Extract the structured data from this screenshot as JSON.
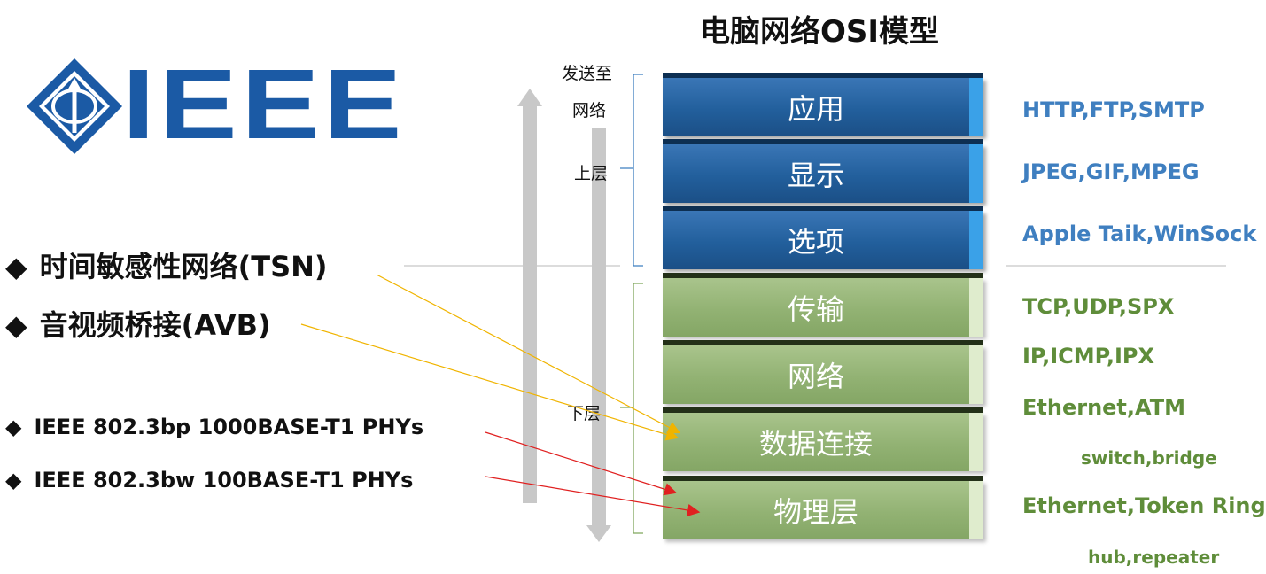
{
  "title": "电脑网络OSI模型",
  "logo": {
    "text": "IEEE"
  },
  "bullets": [
    {
      "marker": "◆",
      "text": "时间敏感性网络(TSN)"
    },
    {
      "marker": "◆",
      "text": "音视频桥接(AVB)"
    },
    {
      "marker": "◆",
      "text": "IEEE 802.3bp 1000BASE-T1 PHYs"
    },
    {
      "marker": "◆",
      "text": "IEEE 802.3bw 100BASE-T1 PHYs"
    }
  ],
  "side_labels": {
    "send_line1": "发送至",
    "send_line2": "网络",
    "upper": "上层",
    "lower": "下层"
  },
  "layers": [
    {
      "name": "应用",
      "group": "upper",
      "protocol": "HTTP,FTP,SMTP"
    },
    {
      "name": "显示",
      "group": "upper",
      "protocol": "JPEG,GIF,MPEG"
    },
    {
      "name": "选项",
      "group": "upper",
      "protocol": "Apple Taik,WinSock"
    },
    {
      "name": "传输",
      "group": "lower",
      "protocol": "TCP,UDP,SPX"
    },
    {
      "name": "网络",
      "group": "lower",
      "protocol": "IP,ICMP,IPX"
    },
    {
      "name": "数据连接",
      "group": "lower",
      "protocol": "Ethernet,ATM",
      "device": "switch,bridge"
    },
    {
      "name": "物理层",
      "group": "lower",
      "protocol": "Ethernet,Token Ring",
      "device": "hub,repeater"
    }
  ],
  "colors": {
    "upper_layer": "#225f9c",
    "lower_layer": "#92b273",
    "upper_protocol": "#3f7fc0",
    "lower_protocol": "#5f8d3a",
    "logo": "#1b5aa5",
    "tsn_avb_arrow": "#f0b400",
    "phy_arrow": "#e02020"
  }
}
